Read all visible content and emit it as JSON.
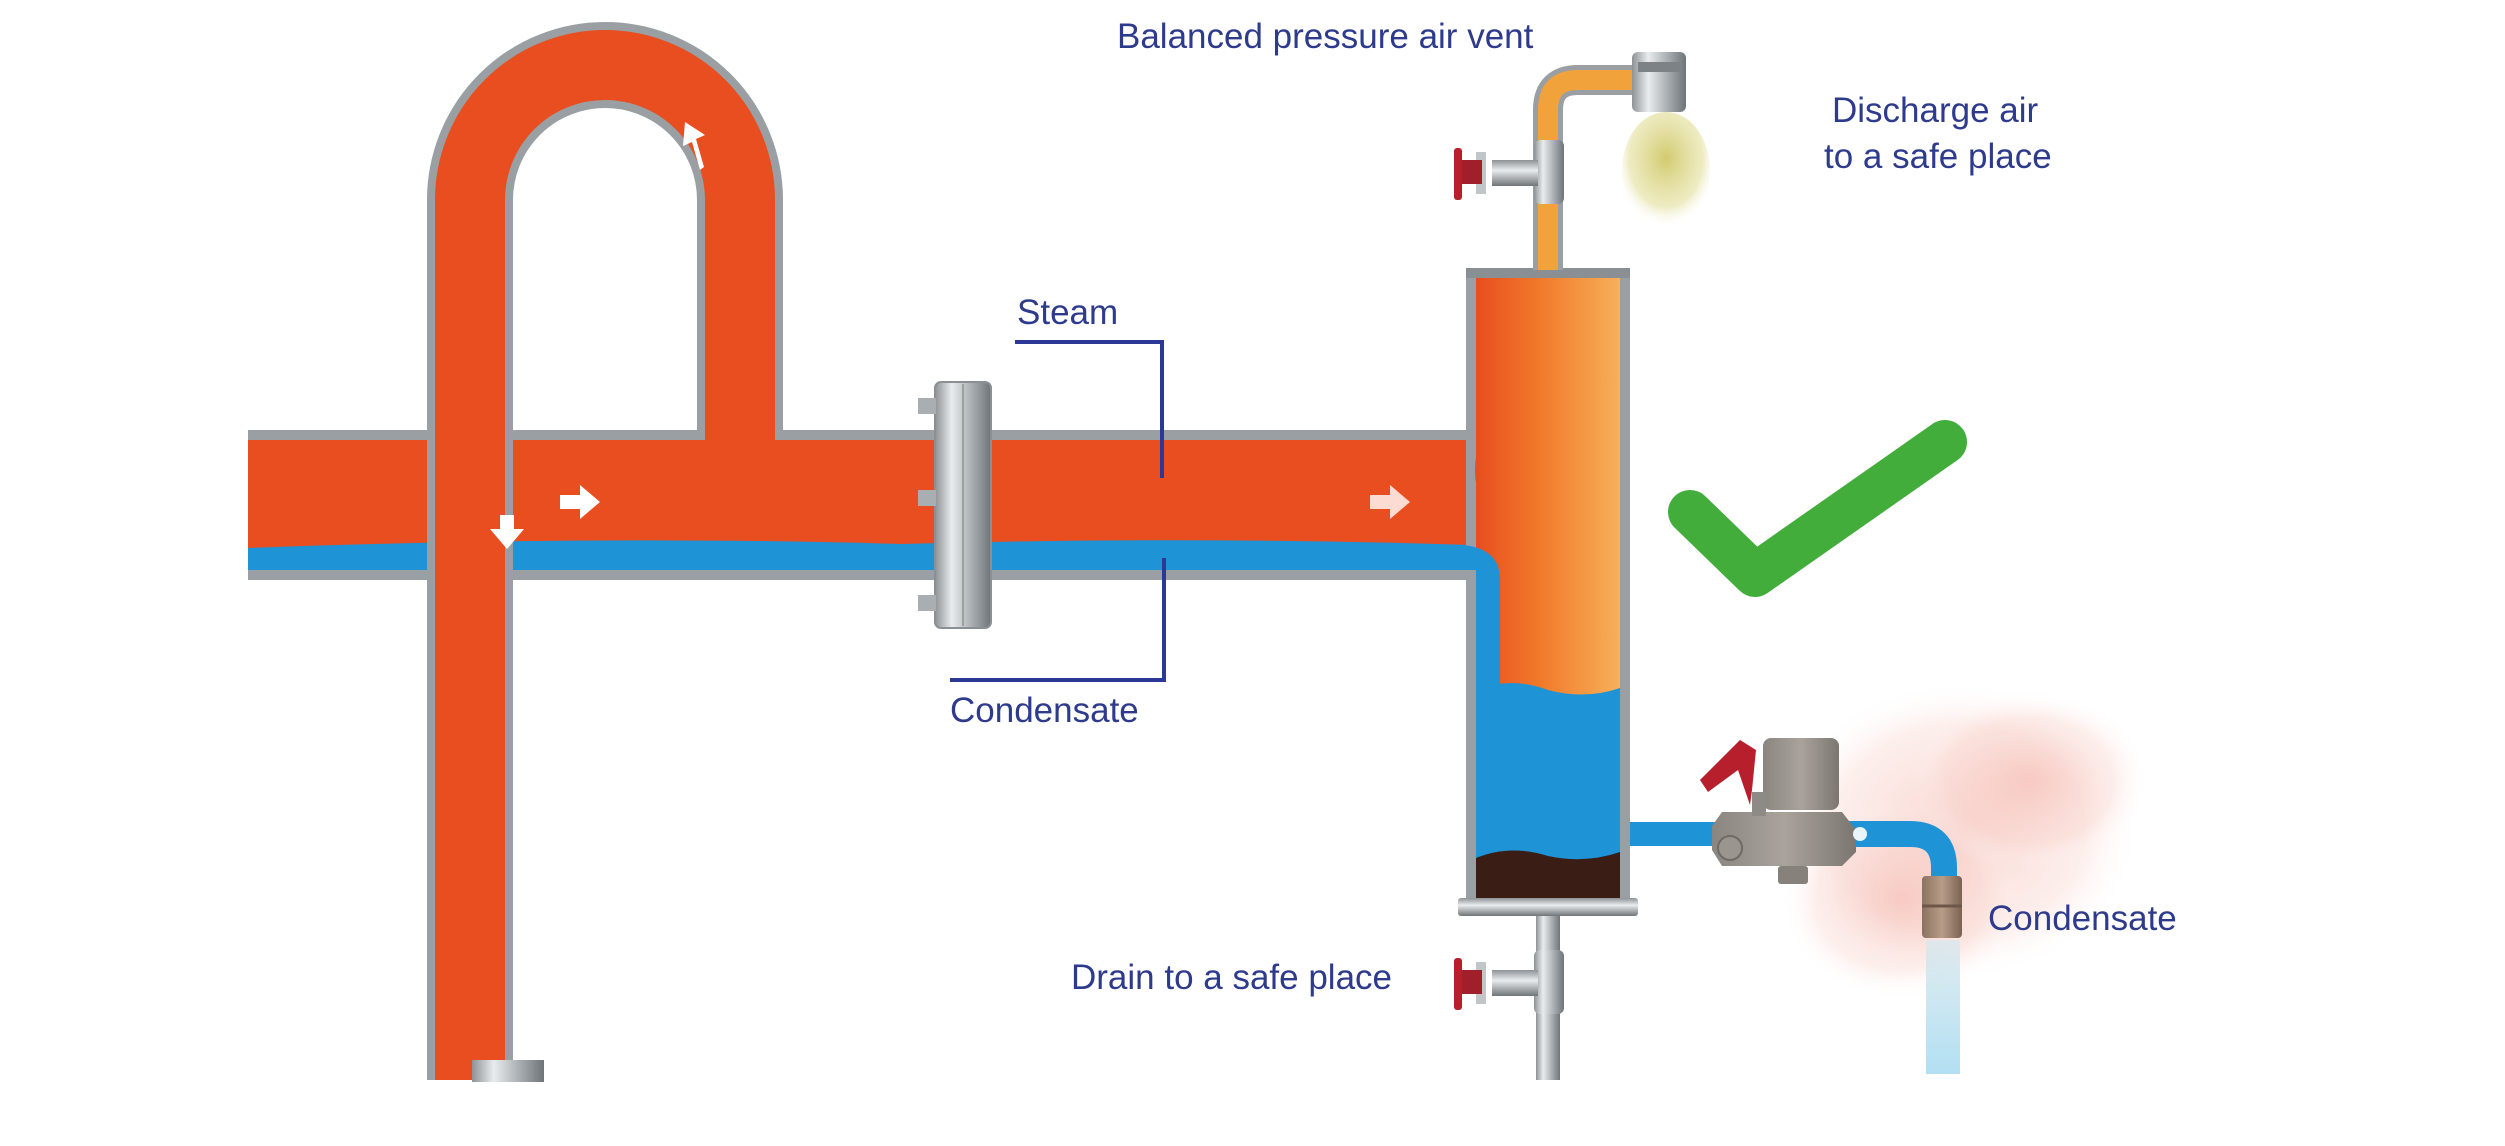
{
  "diagram": {
    "title": "Steam main drainage with separator and air vent",
    "labels": {
      "air_vent": "Balanced pressure air vent",
      "discharge_line1": "Discharge air",
      "discharge_line2": "to a safe place",
      "steam": "Steam",
      "condensate_pipe": "Condensate",
      "drain": "Drain to a safe place",
      "condensate_outlet": "Condensate"
    },
    "status_icon": "checkmark-icon",
    "colors": {
      "steam": "#e84e1f",
      "steam_light": "#f7a84a",
      "condensate": "#1e93d6",
      "pipe_wall": "#9a9fa3",
      "label_text": "#2e3a8c",
      "leader_line": "#2b3896",
      "check": "#43ad3c",
      "valve_handle": "#b81f2c",
      "dirt": "#3a1d14",
      "vent_plume": "#d8d27a",
      "flash_steam": "#f4b8b0"
    }
  }
}
